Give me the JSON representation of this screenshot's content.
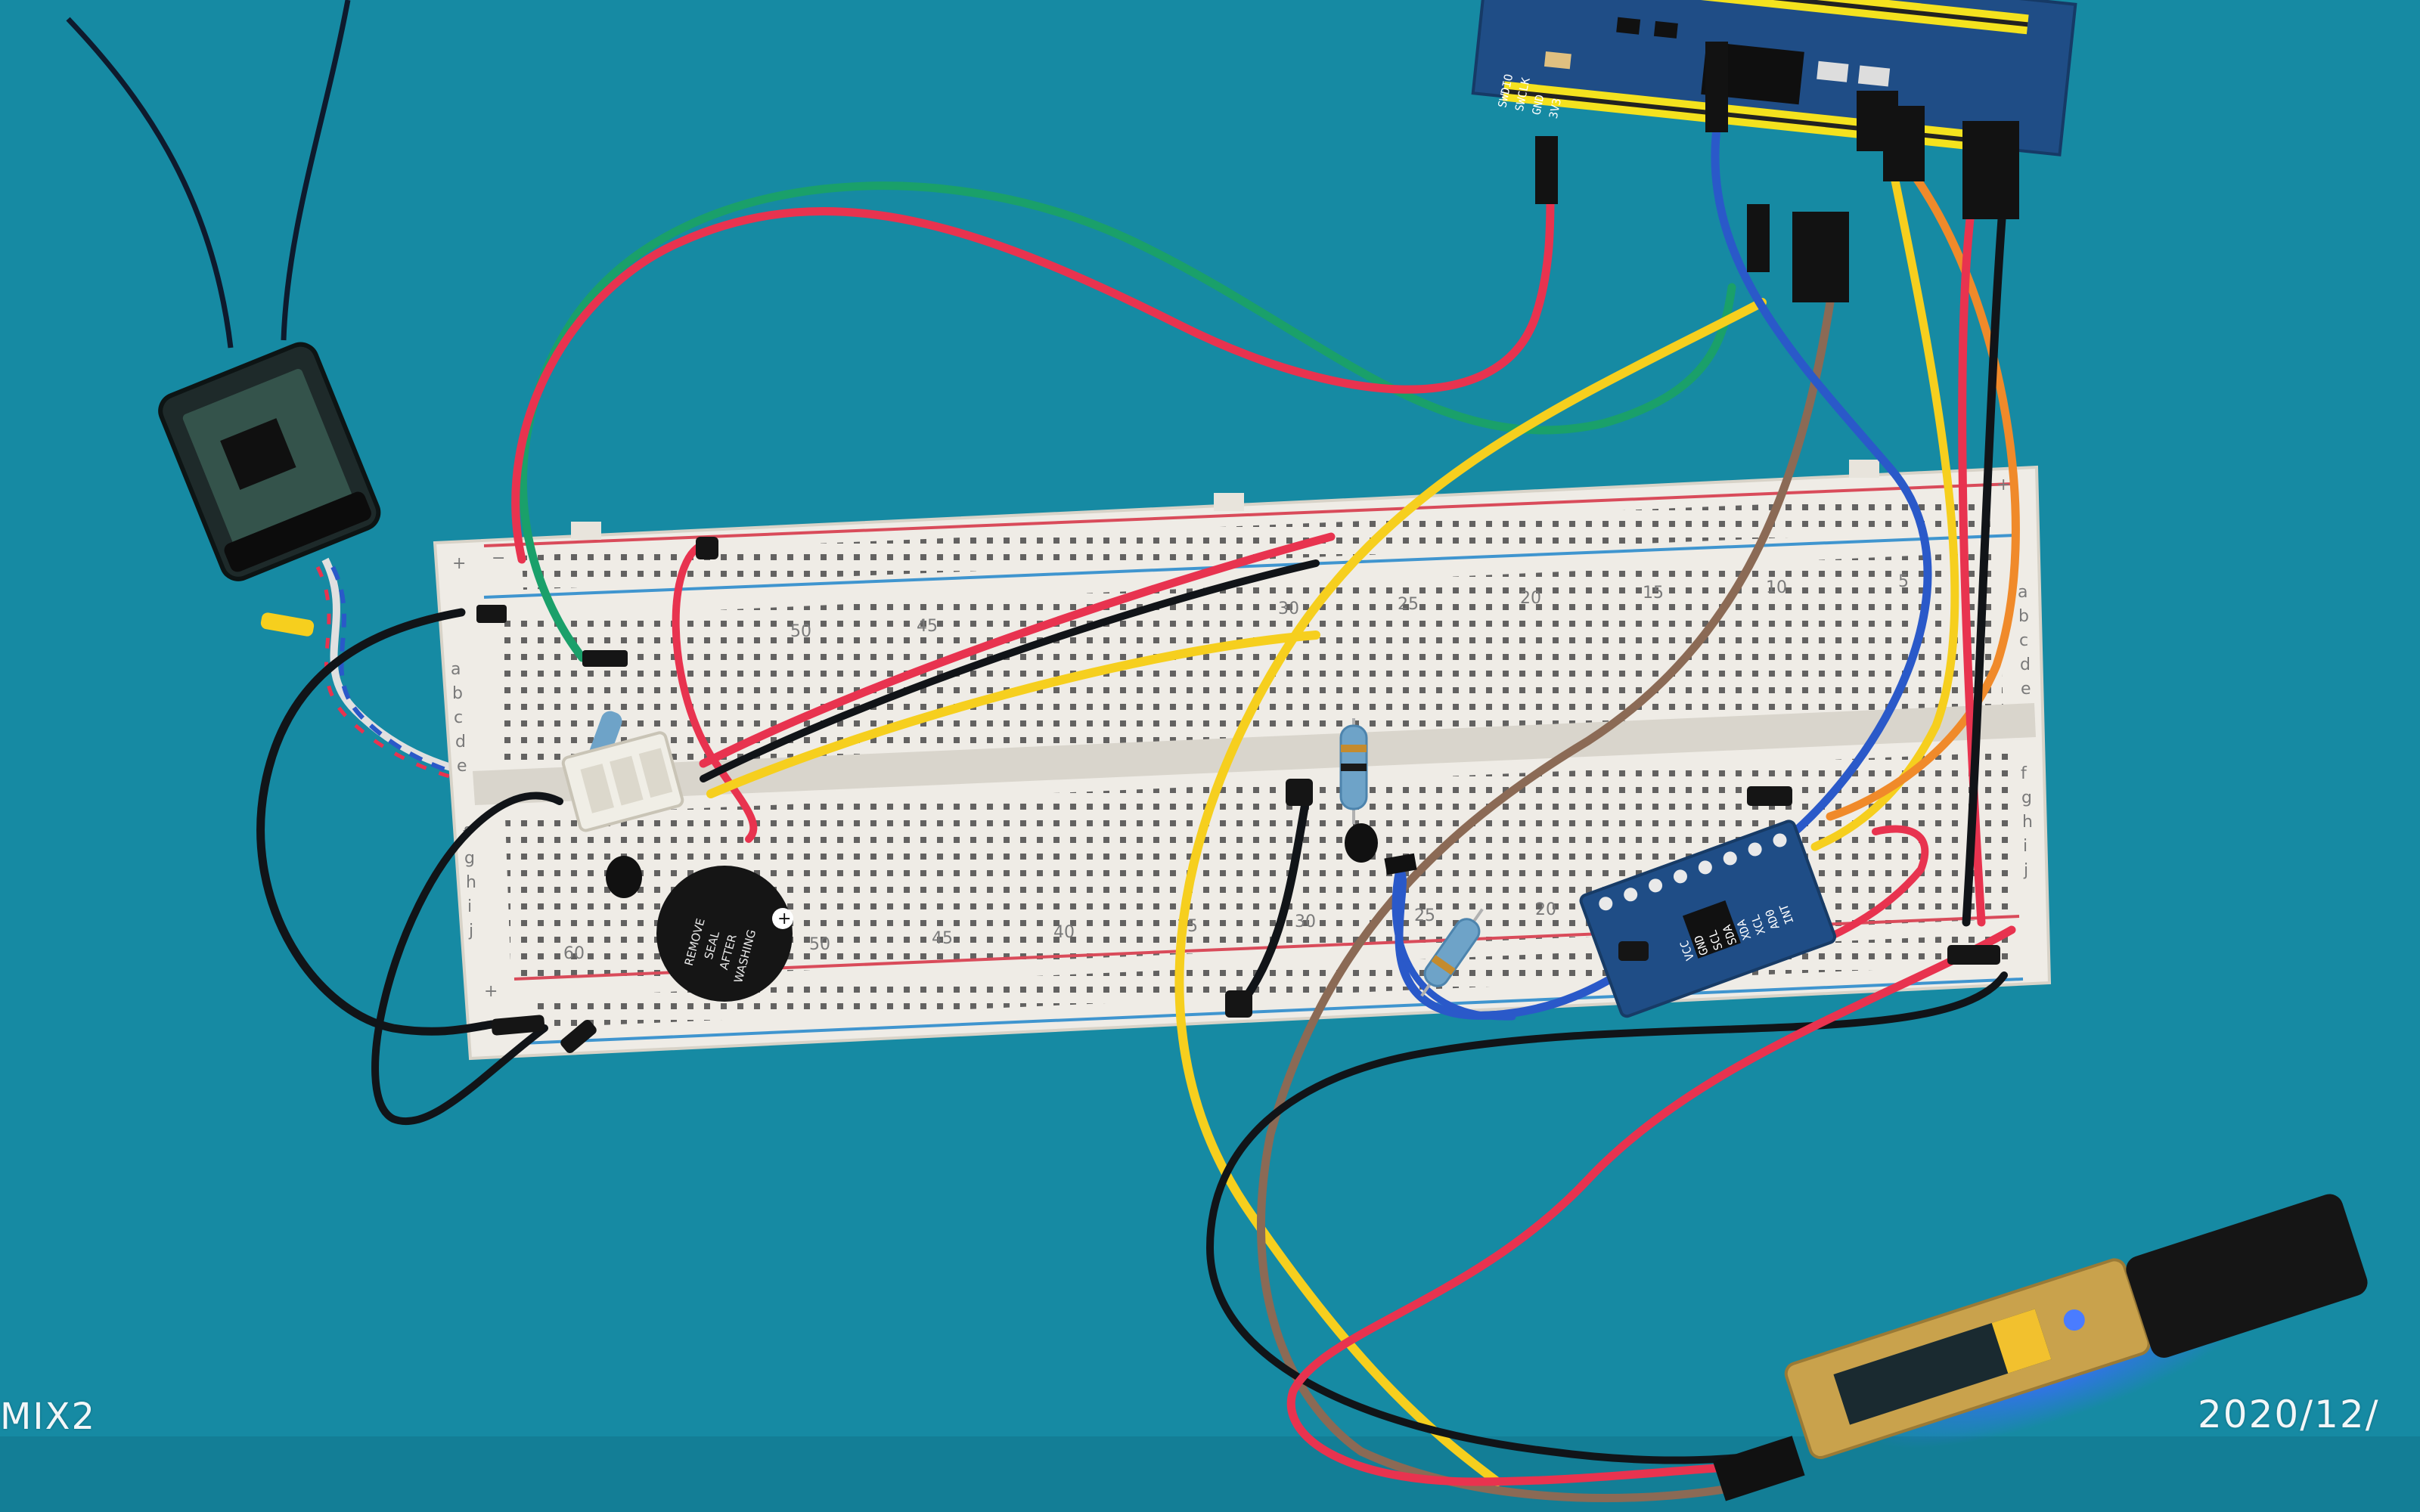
{
  "scene": {
    "background_color": "#168aa3",
    "camera_label": "MIX2",
    "camera_timestamp": "2020/12/"
  },
  "breadboard": {
    "top_row_letters": [
      "a",
      "b",
      "c",
      "d",
      "e"
    ],
    "bottom_row_letters": [
      "f",
      "g",
      "h",
      "i",
      "j"
    ],
    "right_row_letters_top": [
      "a",
      "b",
      "c",
      "d",
      "e"
    ],
    "right_row_letters_bottom": [
      "f",
      "g",
      "h",
      "i",
      "j"
    ],
    "column_numbers_top": [
      "50",
      "45",
      "30",
      "25",
      "20",
      "15",
      "10",
      "5"
    ],
    "column_numbers_bottom": [
      "60",
      "50",
      "45",
      "40",
      "35",
      "30",
      "25",
      "20"
    ],
    "rail_plus": "+",
    "rail_minus": "−"
  },
  "mcu_board": {
    "pin_labels": [
      "SWDIO",
      "SWCLK",
      "GND",
      "3V3"
    ]
  },
  "imu_module": {
    "pin_labels": [
      "VCC",
      "GND",
      "SCL",
      "SDA",
      "XDA",
      "XCL",
      "AD0",
      "INT"
    ]
  },
  "buzzer": {
    "label_lines": [
      "REMOVE",
      "SEAL",
      "AFTER",
      "WASHING"
    ]
  },
  "colors": {
    "wire_red": "#e8334f",
    "wire_green": "#1aa06a",
    "wire_yellow": "#f6cf1e",
    "wire_blue": "#2a59c9",
    "wire_brown": "#8b6a55",
    "wire_orange": "#f08a2a",
    "wire_black": "#111418",
    "pcb_blue": "#1f4d86",
    "usb_led": "#3d6bff"
  }
}
